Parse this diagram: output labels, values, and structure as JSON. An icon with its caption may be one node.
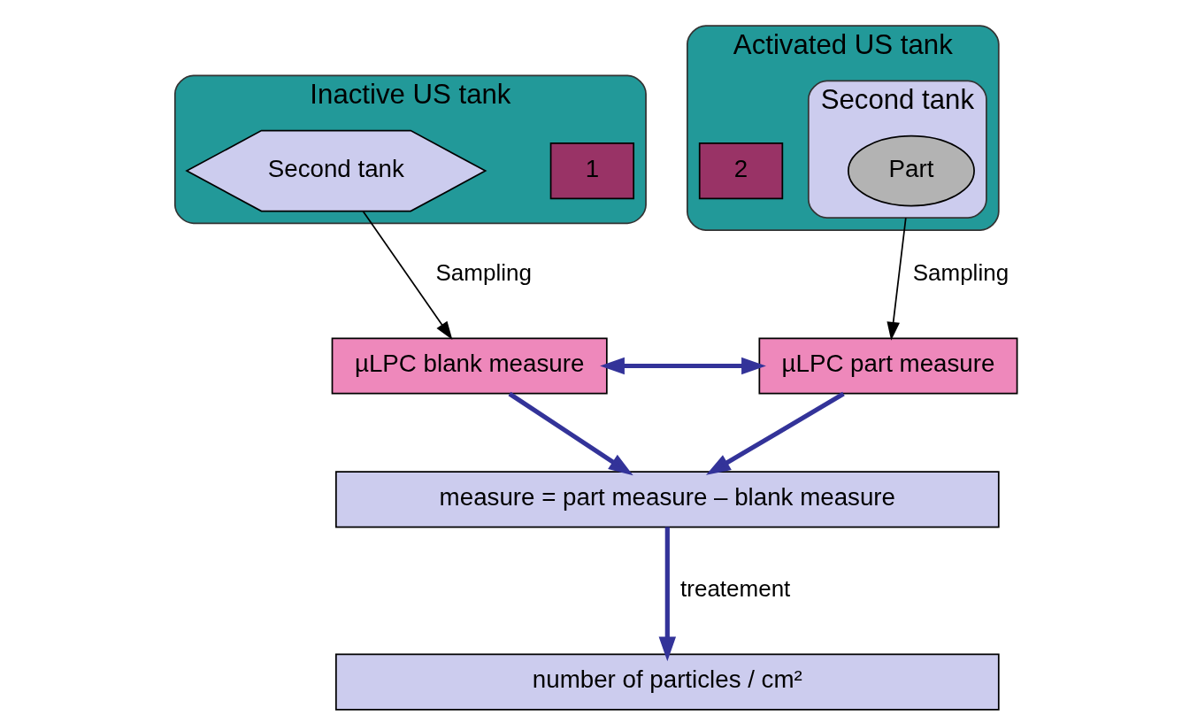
{
  "diagram": {
    "nodes": [
      {
        "text": [
          "Inactive US tank"
        ]
      },
      {
        "text": [
          "1"
        ],
        "in": 0
      },
      {
        "text": [
          "Second tank"
        ],
        "in": 0
      },
      {
        "text": [
          "Activated US tank"
        ]
      },
      {
        "text": [
          "2"
        ],
        "in": 3
      },
      {
        "text": [
          "Second tank"
        ],
        "in": 3
      },
      {
        "text": [
          "Part"
        ],
        "in": 5
      },
      {
        "text": [
          "µLPC blank measure"
        ]
      },
      {
        "text": [
          "µLPC part measure"
        ]
      },
      {
        "text": [
          "measure = part measure – blank measure"
        ]
      },
      {
        "text": [
          "number of particles / cm²"
        ]
      }
    ],
    "edges": [
      {
        "from": 2,
        "to": 7,
        "arrow": "to",
        "label": "Sampling",
        "color": "#000000"
      },
      {
        "from": 5,
        "to": 8,
        "arrow": "to",
        "label": "Sampling",
        "color": "#000000"
      },
      {
        "from": 7,
        "to": 8,
        "arrow": "both"
      },
      {
        "from": 7,
        "to": 9,
        "arrow": "to"
      },
      {
        "from": 8,
        "to": 9,
        "arrow": "to"
      },
      {
        "from": 9,
        "to": 10,
        "arrow": "to",
        "label": "treatement"
      }
    ]
  }
}
